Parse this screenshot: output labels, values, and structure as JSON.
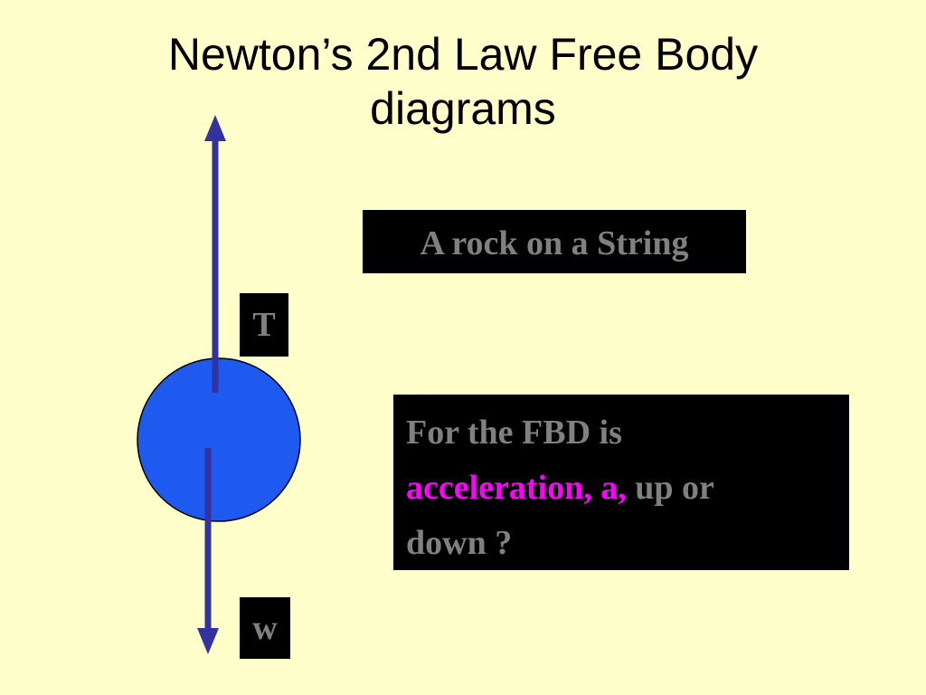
{
  "slide": {
    "title_line1": "Newton’s 2nd Law Free Body",
    "title_line2": "diagrams"
  },
  "diagram": {
    "tension_label": "T",
    "weight_label": "w",
    "caption": "A rock on a String",
    "question": {
      "part1": "For the FBD is",
      "part2_highlight": "acceleration, a,",
      "part3": "up or",
      "part4": "down ?"
    }
  },
  "colors": {
    "background": "#FFFFCC",
    "rock": "#1F5AF0",
    "arrow": "#3333A0",
    "label_box": "#000000",
    "label_text": "#808080",
    "highlight": "#FF00FF"
  }
}
